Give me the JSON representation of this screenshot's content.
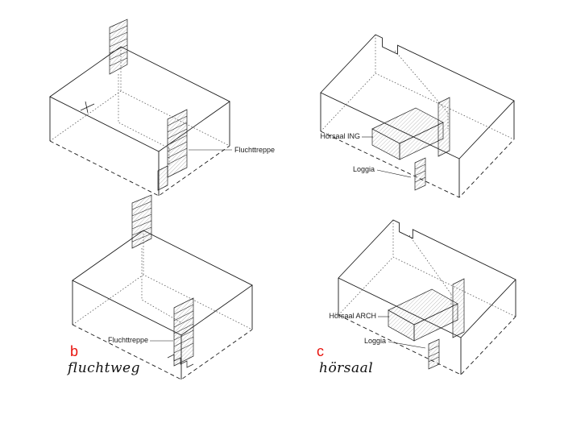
{
  "page": {
    "background": "#ffffff"
  },
  "colors": {
    "line": "#1a1a1a",
    "hidden_line": "#4a4a4a",
    "hatch": "#777777",
    "marker_red": "#e8130d"
  },
  "panels": {
    "top_left": {
      "fluchttreppe_label": "Fluchttreppe"
    },
    "top_right": {
      "hoersaal_label": "Hörsaal ING",
      "loggia_label": "Loggia"
    },
    "bottom_left": {
      "fluchttreppe_label": "Fluchttreppe",
      "marker": "b",
      "caption": "fluchtweg"
    },
    "bottom_right": {
      "hoersaal_label": "Hörsaal ARCH",
      "loggia_label": "Loggia",
      "marker": "c",
      "caption": "hörsaal"
    }
  }
}
